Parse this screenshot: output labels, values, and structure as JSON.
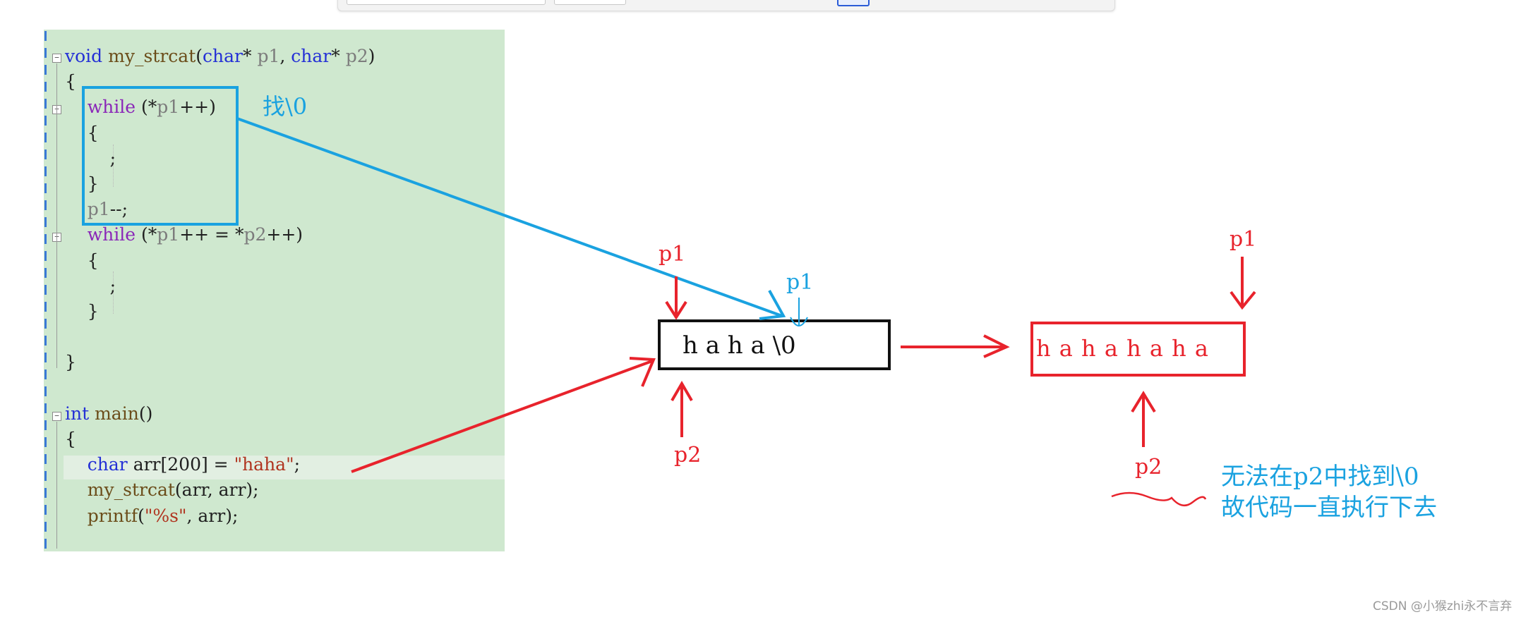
{
  "code": {
    "lines": [
      {
        "parts": [
          [
            "kw",
            "void"
          ],
          [
            "fn",
            " my_strcat"
          ],
          [
            "var",
            "("
          ],
          [
            "kw",
            "char"
          ],
          [
            "var",
            "* "
          ],
          [
            "param",
            "p1"
          ],
          [
            "var",
            ", "
          ],
          [
            "kw",
            "char"
          ],
          [
            "var",
            "* "
          ],
          [
            "param",
            "p2"
          ],
          [
            "var",
            ")"
          ]
        ]
      },
      {
        "parts": [
          [
            "var",
            "{"
          ]
        ]
      },
      {
        "parts": [
          [
            "kw-ctrl",
            "    while"
          ],
          [
            "var",
            " (*"
          ],
          [
            "param",
            "p1"
          ],
          [
            "var",
            "++)"
          ]
        ]
      },
      {
        "parts": [
          [
            "var",
            "    {"
          ]
        ]
      },
      {
        "parts": [
          [
            "var",
            "        ;"
          ]
        ]
      },
      {
        "parts": [
          [
            "var",
            "    }"
          ]
        ]
      },
      {
        "parts": [
          [
            "param",
            "    p1"
          ],
          [
            "var",
            "--;"
          ]
        ]
      },
      {
        "parts": [
          [
            "kw-ctrl",
            "    while"
          ],
          [
            "var",
            " (*"
          ],
          [
            "param",
            "p1"
          ],
          [
            "var",
            "++ = *"
          ],
          [
            "param",
            "p2"
          ],
          [
            "var",
            "++)"
          ]
        ]
      },
      {
        "parts": [
          [
            "var",
            "    {"
          ]
        ]
      },
      {
        "parts": [
          [
            "var",
            "        ;"
          ]
        ]
      },
      {
        "parts": [
          [
            "var",
            "    }"
          ]
        ]
      },
      {
        "parts": [
          [
            "var",
            ""
          ]
        ]
      },
      {
        "parts": [
          [
            "var",
            "}"
          ]
        ]
      },
      {
        "parts": [
          [
            "var",
            ""
          ]
        ]
      },
      {
        "parts": [
          [
            "kw",
            "int"
          ],
          [
            "fn",
            " main"
          ],
          [
            "var",
            "()"
          ]
        ]
      },
      {
        "parts": [
          [
            "var",
            "{"
          ]
        ]
      },
      {
        "parts": [
          [
            "kw",
            "    char"
          ],
          [
            "var",
            " arr[200] = "
          ],
          [
            "str",
            "\"haha\""
          ],
          [
            "var",
            ";"
          ]
        ]
      },
      {
        "parts": [
          [
            "fn",
            "    my_strcat"
          ],
          [
            "var",
            "(arr, arr);"
          ]
        ]
      },
      {
        "parts": [
          [
            "fn",
            "    printf"
          ],
          [
            "var",
            "("
          ],
          [
            "str",
            "\"%s\""
          ],
          [
            "var",
            ", arr);"
          ]
        ]
      }
    ]
  },
  "annotations": {
    "find_null": "找\\0",
    "box1_text": "h a h a \\0",
    "box2_text": "h a h a h a h a",
    "p1_red_left": "p1",
    "p1_blue": "p1",
    "p2_left": "p2",
    "p1_right": "p1",
    "p2_right": "p2",
    "note_line1": "无法在p2中找到\\0",
    "note_line2": "故代码一直执行下去"
  },
  "watermark": "CSDN @小猴zhi永不言弃",
  "colors": {
    "code_bg": "#cfe8cf",
    "annotation_red": "#e8232c",
    "annotation_blue": "#1aa2e0",
    "keyword": "#2430d6",
    "control_keyword": "#8a26b8",
    "string": "#b0341f"
  }
}
